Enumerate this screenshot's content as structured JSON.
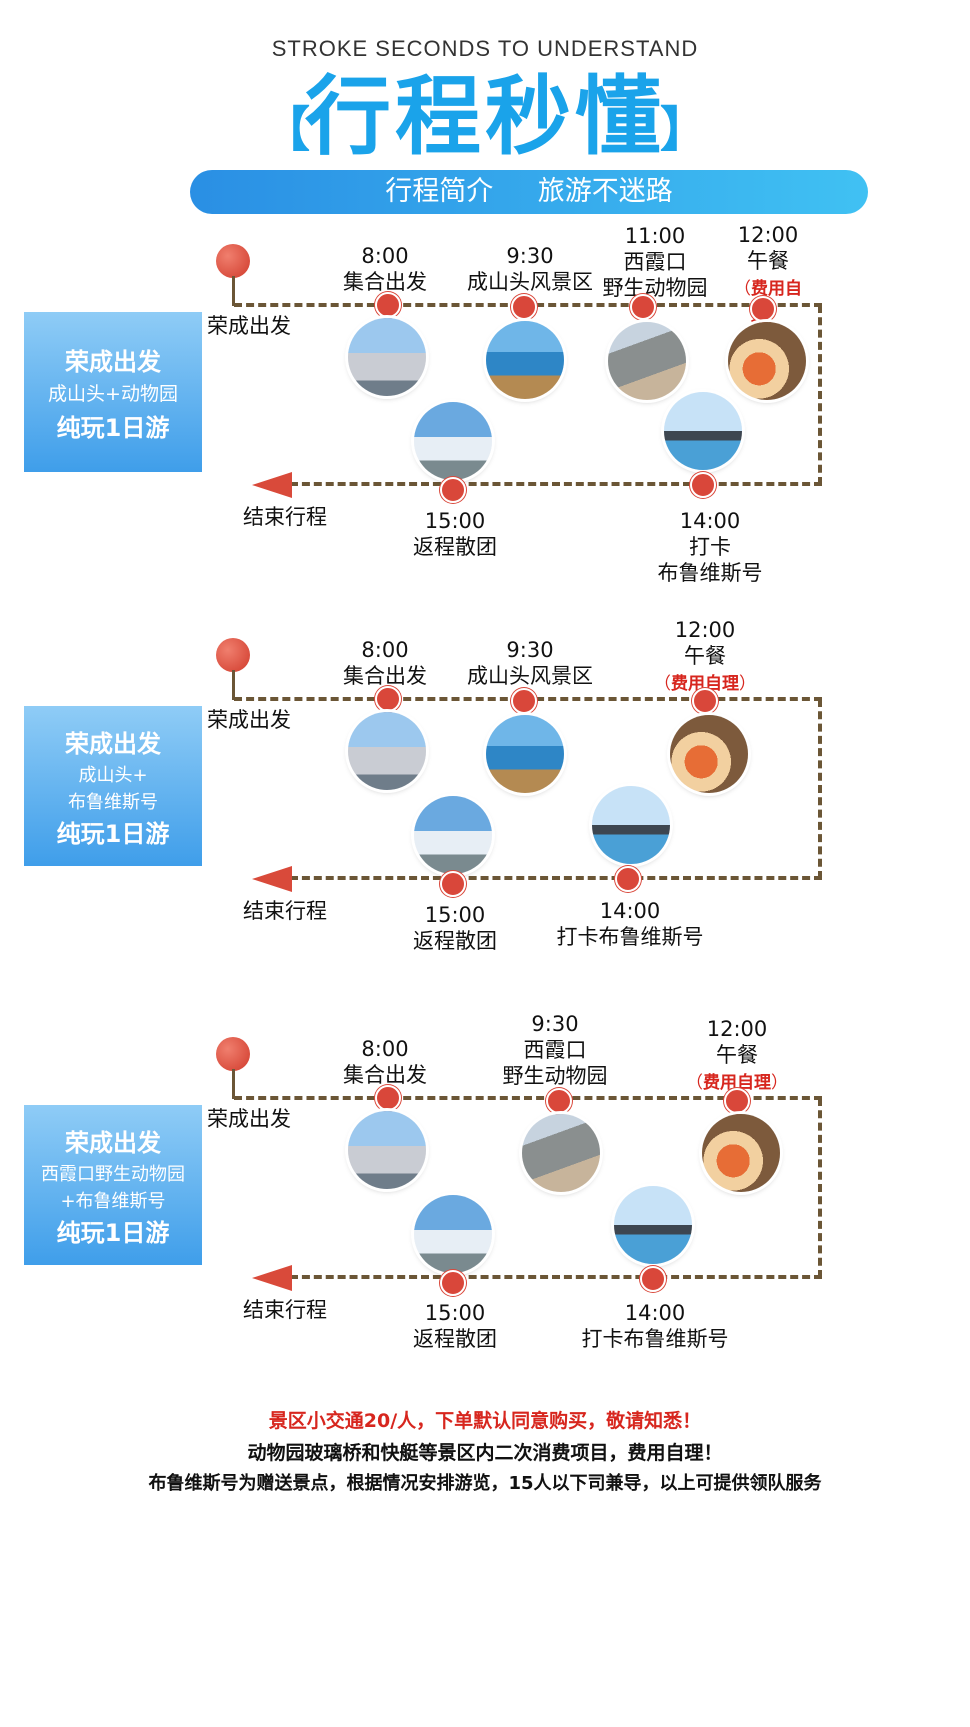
{
  "header": {
    "subtitle_en": "STROKE SECONDS TO UNDERSTAND",
    "title": "行程秒懂",
    "bracket_left": "【",
    "bracket_right": "】",
    "banner_left": "行程简介",
    "banner_right": "旅游不迷路"
  },
  "colors": {
    "accent": "#1aa3ea",
    "red": "#d7261e",
    "line": "#6b5636"
  },
  "routes": [
    {
      "side": [
        "荣成出发",
        "成山头+动物园",
        "纯玩1日游"
      ],
      "start_label": "荣成出发",
      "end_label": "结束行程",
      "stops": [
        {
          "time": "8:00",
          "name": "集合出发"
        },
        {
          "time": "9:30",
          "name": "成山头风景区"
        },
        {
          "time": "11:00",
          "name": "西霞口",
          "name2": "野生动物园"
        },
        {
          "time": "12:00",
          "name": "午餐",
          "note_l": "（",
          "note": "费用自理",
          "note_r": "）"
        },
        {
          "time": "14:00",
          "name": "打卡",
          "name2": "布鲁维斯号"
        },
        {
          "time": "15:00",
          "name": "返程散团"
        }
      ]
    },
    {
      "side": [
        "荣成出发",
        "成山头+",
        "布鲁维斯号",
        "纯玩1日游"
      ],
      "start_label": "荣成出发",
      "end_label": "结束行程",
      "stops": [
        {
          "time": "8:00",
          "name": "集合出发"
        },
        {
          "time": "9:30",
          "name": "成山头风景区"
        },
        {
          "time": "12:00",
          "name": "午餐",
          "note_l": "（",
          "note": "费用自理",
          "note_r": "）"
        },
        {
          "time": "14:00",
          "name": "打卡布鲁维斯号"
        },
        {
          "time": "15:00",
          "name": "返程散团"
        }
      ]
    },
    {
      "side": [
        "荣成出发",
        "西霞口野生动物园",
        "+布鲁维斯号",
        "纯玩1日游"
      ],
      "start_label": "荣成出发",
      "end_label": "结束行程",
      "stops": [
        {
          "time": "8:00",
          "name": "集合出发"
        },
        {
          "time": "9:30",
          "name": "西霞口",
          "name2": "野生动物园"
        },
        {
          "time": "12:00",
          "name": "午餐",
          "note_l": "（",
          "note": "费用自理",
          "note_r": "）"
        },
        {
          "time": "14:00",
          "name": "打卡布鲁维斯号"
        },
        {
          "time": "15:00",
          "name": "返程散团"
        }
      ]
    }
  ],
  "footer": {
    "line1": "景区小交通20/人，下单默认同意购买，敬请知悉！",
    "line2": "动物园玻璃桥和快艇等景区内二次消费项目，费用自理！",
    "line3": "布鲁维斯号为赠送景点，根据情况安排游览，15人以下司兼导，以上可提供领队服务"
  }
}
